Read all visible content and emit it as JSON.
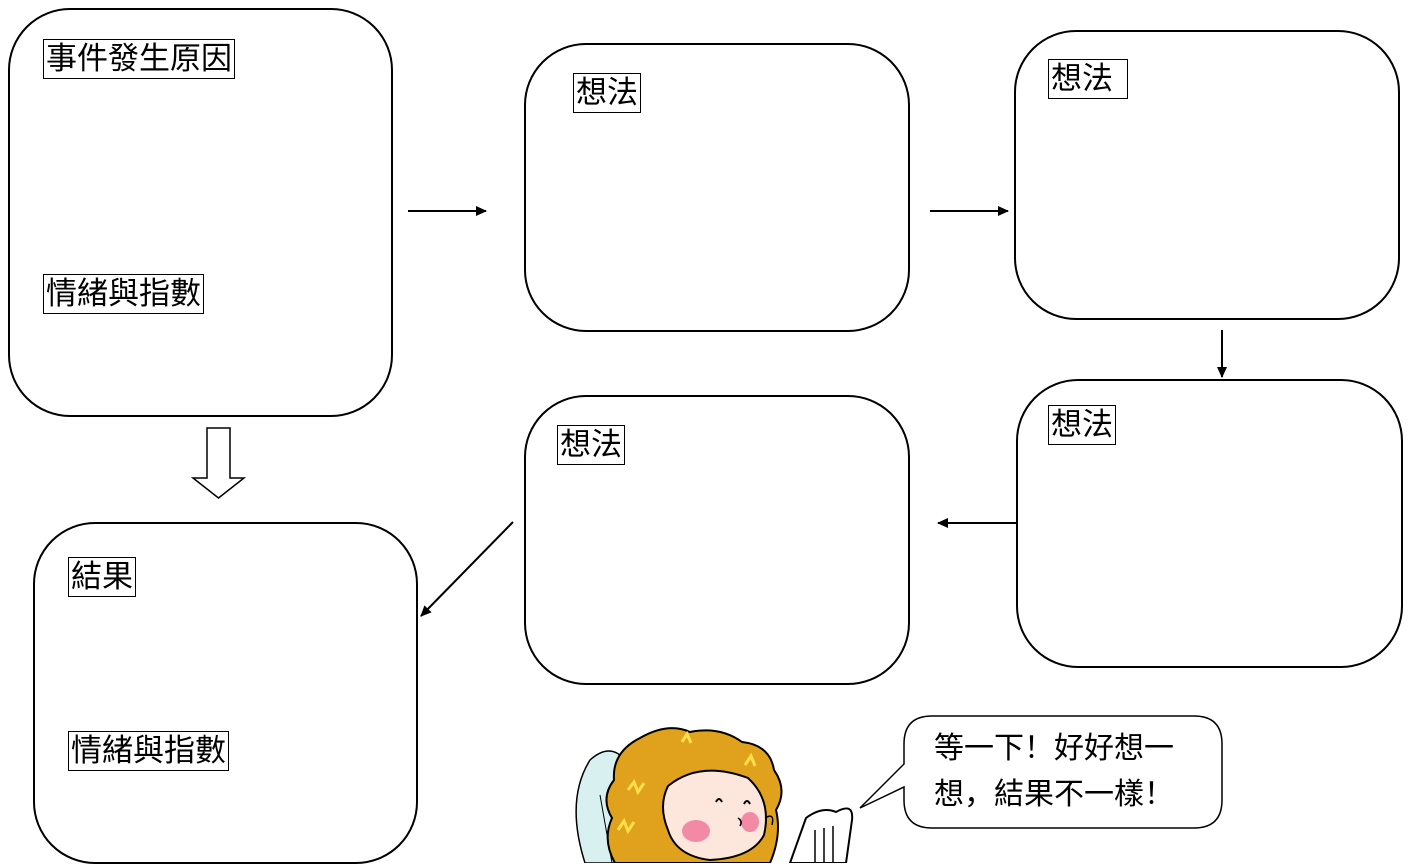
{
  "cause_box": {
    "title": "事件發生原因",
    "emotion_label": "情緒與指數"
  },
  "thought_boxes": [
    {
      "label": "想法"
    },
    {
      "label": "想法"
    },
    {
      "label": "想法"
    },
    {
      "label": "想法"
    }
  ],
  "result_box": {
    "title": "結果",
    "emotion_label": "情緒與指數"
  },
  "speech_bubble": {
    "line1": "等一下！好好想一",
    "line2": "想，結果不一樣！"
  },
  "colors": {
    "hair": "#e0a21c",
    "skin": "#fde6dc",
    "cheek": "#f28aa6",
    "wing": "#d8f0f0",
    "stroke": "#000000"
  },
  "icons": {
    "character": "angel-icon"
  }
}
